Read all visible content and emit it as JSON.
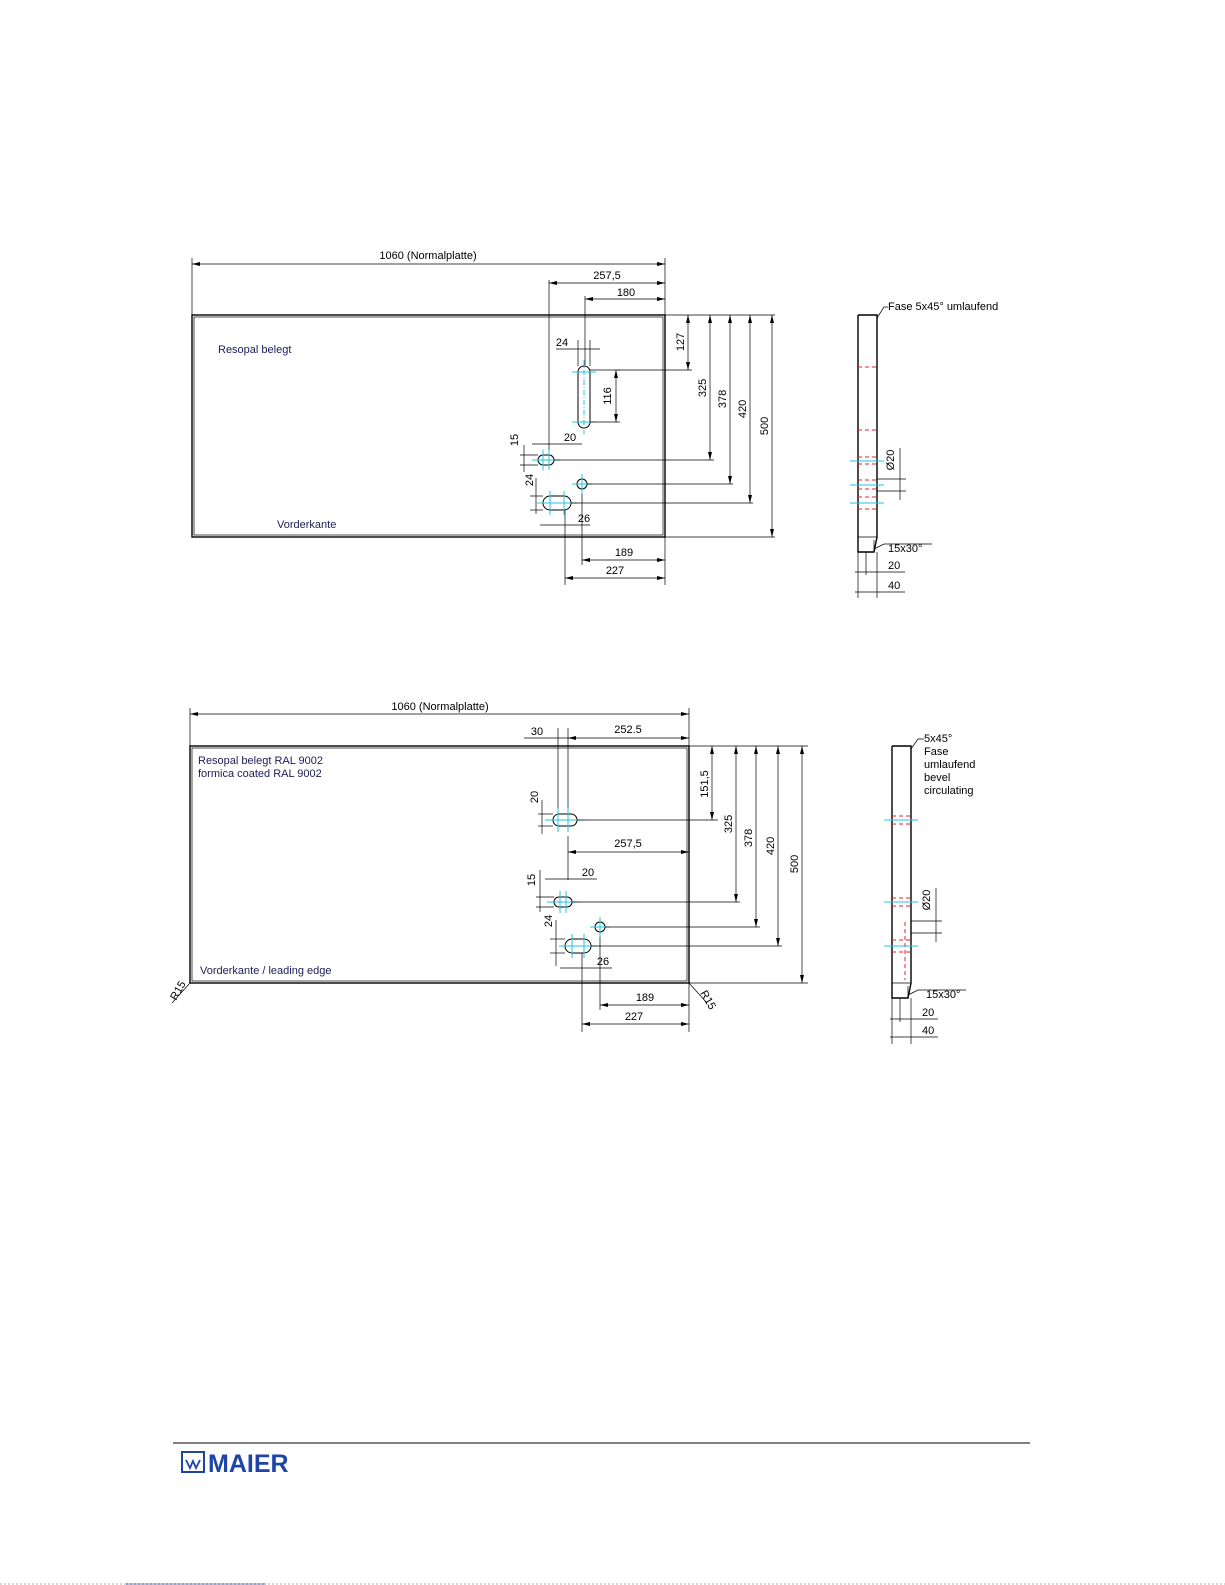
{
  "drawing1": {
    "overall_width": "1060 (Normalplatte)",
    "dim_257_5": "257,5",
    "dim_180": "180",
    "note_surface": "Resopal belegt",
    "note_front": "Vorderkante",
    "dim_24_top": "24",
    "dim_116": "116",
    "dim_15": "15",
    "dim_20": "20",
    "dim_24_side": "24",
    "dim_26": "26",
    "dim_189": "189",
    "dim_227": "227",
    "dim_127": "127",
    "dim_325": "325",
    "dim_378": "378",
    "dim_420": "420",
    "dim_500": "500",
    "side_chamfer": "Fase 5x45° umlaufend",
    "side_diameter": "Ø20",
    "side_bevel": "15x30°",
    "side_20": "20",
    "side_40": "40"
  },
  "drawing2": {
    "overall_width": "1060 (Normalplatte)",
    "dim_30": "30",
    "dim_252_5": "252.5",
    "note_line1": "Resopal belegt RAL 9002",
    "note_line2": "formica coated RAL 9002",
    "note_front": "Vorderkante / leading edge",
    "dim_20_slot": "20",
    "dim_257_5": "257,5",
    "dim_15": "15",
    "dim_20": "20",
    "dim_24": "24",
    "dim_26": "26",
    "dim_189": "189",
    "dim_227": "227",
    "dim_151_5": "151,5",
    "dim_325": "325",
    "dim_378": "378",
    "dim_420": "420",
    "dim_500": "500",
    "radius_left": "R15",
    "radius_right": "R15",
    "side_chamfer_1": "5x45°",
    "side_chamfer_2": "Fase",
    "side_chamfer_3": "umlaufend",
    "side_chamfer_4": "bevel",
    "side_chamfer_5": "circulating",
    "side_diameter": "Ø20",
    "side_bevel": "15x30°",
    "side_20": "20",
    "side_40": "40"
  },
  "footer": {
    "logo_text": "MAIER"
  },
  "colors": {
    "line": "#000000",
    "centerline": "#23c4e0",
    "hidden": "#e8232a",
    "note_text": "#1c1c5a",
    "logo_blue": "#1f44a8"
  }
}
